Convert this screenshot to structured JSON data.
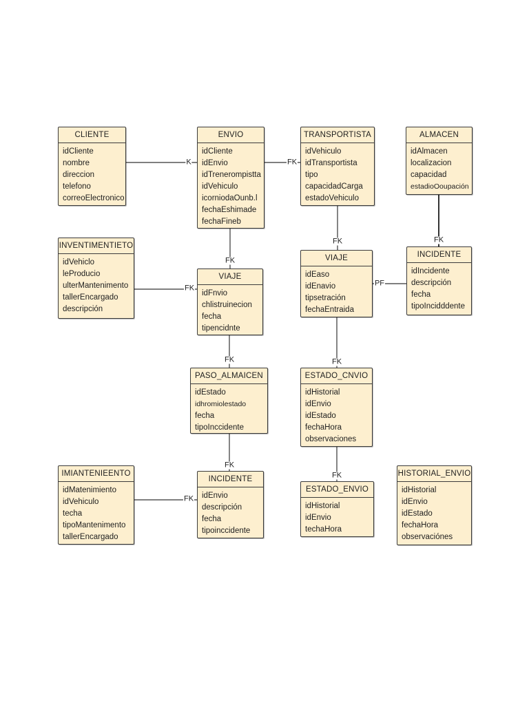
{
  "entities": {
    "cliente": {
      "title": "CLIENTE",
      "attributes": [
        "idCliente",
        "nombre",
        "direccion",
        "telefono",
        "correoElectronico"
      ]
    },
    "envio": {
      "title": "ENVIO",
      "attributes": [
        "idCliente",
        "idEnvio",
        "idTrenerompistta",
        "idVehiculo",
        "icorniodaOunb.l",
        "fechaEshimade",
        "fechaFineb"
      ]
    },
    "transportista": {
      "title": "TRANSPORTISTA",
      "attributes": [
        "idVehiculo",
        "idTransportista",
        "tipo",
        "capacidadCarga",
        "estadoVehiculo"
      ]
    },
    "almacen": {
      "title": "ALMACEN",
      "attributes": [
        "idAlmacen",
        "localizacion",
        "capacidad",
        "estadioOoupación"
      ]
    },
    "inventimientieto": {
      "title": "INVENTIMENTIETO",
      "attributes": [
        "idVehiclo",
        "leProducio",
        "ulterMantenimento",
        "tallerEncargado",
        "descripción"
      ]
    },
    "viaje_left": {
      "title": "VIAJE",
      "attributes": [
        "idFnvio",
        "chlistruinecion",
        "fecha",
        "tipencidnte"
      ]
    },
    "viaje_right": {
      "title": "VIAJE",
      "attributes": [
        "idEaso",
        "idEnavio",
        "tipsetración",
        "fechaEntraida"
      ]
    },
    "incidente_top": {
      "title": "INCIDENTE",
      "attributes": [
        "idIncidente",
        "descripción",
        "fecha",
        "tipoIncidddente"
      ]
    },
    "paso_almacen": {
      "title": "PASO_ALMAICEN",
      "attributes": [
        "idEstado",
        "idhromiolestado",
        "fecha",
        "tipoInccidente"
      ]
    },
    "estado_cnvio": {
      "title": "ESTADO_CNVIO",
      "attributes": [
        "idHistorial",
        "idEnvio",
        "idEstado",
        "fechaHora",
        "observaciones"
      ]
    },
    "mantenimiento": {
      "title": "IMIANTENIEENTO",
      "attributes": [
        "idMatenimiento",
        "idVehiculo",
        "techa",
        "tipoMantenimento",
        "tallerEncargado"
      ]
    },
    "incidente_bottom": {
      "title": "INCIDENTE",
      "attributes": [
        "idEnvio",
        "descripción",
        "fecha",
        "tipoinccidente"
      ]
    },
    "estado_envio": {
      "title": "ESTADO_ENVIO",
      "attributes": [
        "idHistorial",
        "idEnvio",
        "techaHora"
      ]
    },
    "historial_envio": {
      "title": "HISTORIAL_ENVIO",
      "attributes": [
        "idHistorial",
        "idEnvio",
        "idEstado",
        "fechaHora",
        "observaciónes"
      ]
    }
  },
  "relationships": [
    {
      "from": "cliente",
      "to": "envio",
      "label": "K"
    },
    {
      "from": "transportista",
      "to": "envio",
      "label": "FK"
    },
    {
      "from": "envio",
      "to": "viaje_left",
      "label": "FK"
    },
    {
      "from": "transportista",
      "to": "viaje_right",
      "label": "FK"
    },
    {
      "from": "almacen",
      "to": "incidente_top",
      "label": "FK"
    },
    {
      "from": "inventimientieto",
      "to": "viaje_left",
      "label": "FK"
    },
    {
      "from": "incidente_top",
      "to": "viaje_right",
      "label": "PF"
    },
    {
      "from": "viaje_left",
      "to": "paso_almacen",
      "label": "FK"
    },
    {
      "from": "viaje_right",
      "to": "estado_cnvio",
      "label": "FK"
    },
    {
      "from": "paso_almacen",
      "to": "incidente_bottom",
      "label": "FK"
    },
    {
      "from": "estado_cnvio",
      "to": "estado_envio",
      "label": "FK"
    },
    {
      "from": "mantenimiento",
      "to": "incidente_bottom",
      "label": "FK"
    }
  ]
}
